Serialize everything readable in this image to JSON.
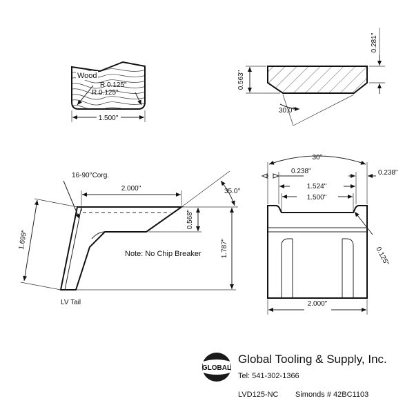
{
  "wood_profile": {
    "label": "Wood",
    "radius_top": "R 0.125\"",
    "radius_bottom": "R 0.125\"",
    "width_dim": "1.500\""
  },
  "side_view": {
    "height_dim": "0.563\"",
    "top_dim": "0.281\"",
    "angle_dim": "30.0°"
  },
  "knife_view": {
    "corner_label": "16-90°Corg.",
    "length_dim": "2.000\"",
    "angle_dim": "35.0°",
    "depth_dim": "0.568\"",
    "height_dim": "1.787\"",
    "slant_dim": "1.699\"",
    "note": "Note: No Chip Breaker",
    "tail_label": "LV Tail"
  },
  "front_view": {
    "angle_dim": "30°",
    "left_dim": "0.238\"",
    "right_dim": "0.238\"",
    "inner_dim": "1.524\"",
    "bottom_dim": "1.500\"",
    "radius_dim": "0.125\"",
    "width_dim": "2.000\""
  },
  "title_block": {
    "logo_text": "GLOBAL",
    "company": "Global Tooling & Supply, Inc.",
    "tel": "Tel: 541-302-1366",
    "part_number": "LVD125-NC",
    "simonds": "Simonds # 42BC1103"
  }
}
